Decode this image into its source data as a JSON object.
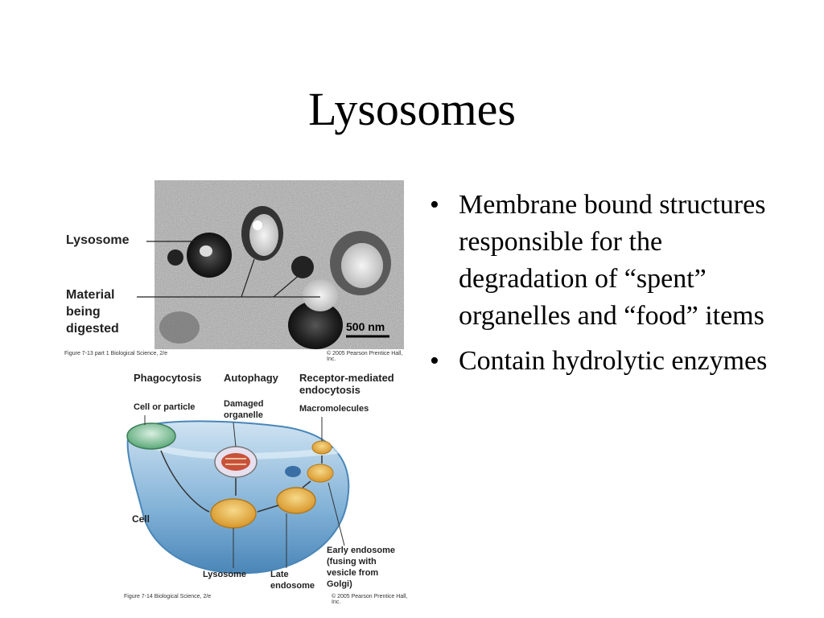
{
  "title": "Lysosomes",
  "bullets": [
    "Membrane bound structures responsible for the degradation of “spent” organelles and “food” items",
    "Contain hydrolytic enzymes"
  ],
  "figure_top": {
    "labels": {
      "lysosome": "Lysosome",
      "material": "Material",
      "being": "being",
      "digested": "digested",
      "scale": "500 nm"
    },
    "caption_left": "Figure 7-13 part 1  Biological Science, 2/e",
    "caption_right": "© 2005 Pearson Prentice Hall, Inc."
  },
  "figure_bottom": {
    "headers": {
      "phagocytosis": "Phagocytosis",
      "autophagy": "Autophagy",
      "receptor1": "Receptor-mediated",
      "receptor2": "endocytosis"
    },
    "labels": {
      "cell_or_particle": "Cell or particle",
      "damaged1": "Damaged",
      "damaged2": "organelle",
      "macromolecules": "Macromolecules",
      "cell": "Cell",
      "lysosome": "Lysosome",
      "late1": "Late",
      "late2": "endosome",
      "early1": "Early endosome",
      "early2": "(fusing with",
      "early3": "vesicle from",
      "early4": "Golgi)"
    },
    "caption_left": "Figure 7-14  Biological Science, 2/e",
    "caption_right": "© 2005 Pearson Prentice Hall, Inc."
  }
}
